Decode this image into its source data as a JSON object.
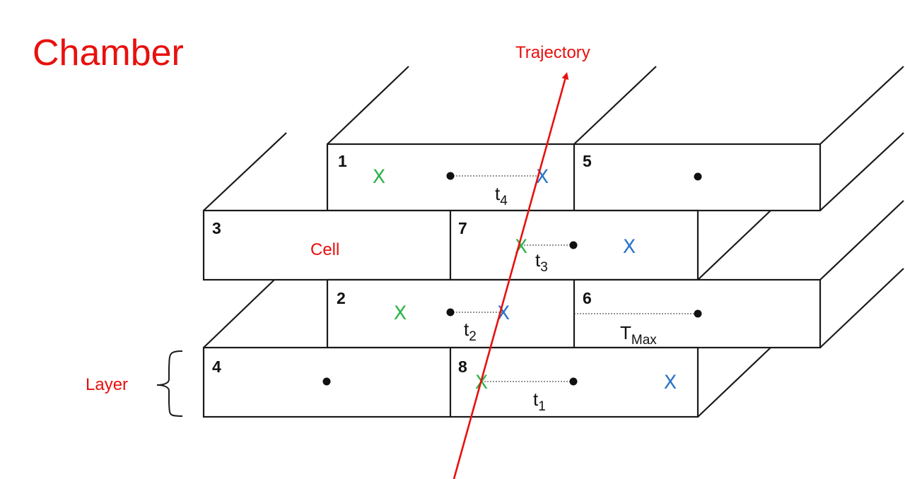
{
  "title": "Chamber",
  "labels": {
    "trajectory": "Trajectory",
    "cell": "Cell",
    "layer": "Layer"
  },
  "cells": [
    {
      "id": "1"
    },
    {
      "id": "2"
    },
    {
      "id": "3"
    },
    {
      "id": "4"
    },
    {
      "id": "5"
    },
    {
      "id": "6"
    },
    {
      "id": "7"
    },
    {
      "id": "8"
    }
  ],
  "times": {
    "t1": {
      "base": "t",
      "sub": "1"
    },
    "t2": {
      "base": "t",
      "sub": "2"
    },
    "t3": {
      "base": "t",
      "sub": "3"
    },
    "t4": {
      "base": "t",
      "sub": "4"
    },
    "tmax": {
      "base": "T",
      "sub": "Max"
    }
  },
  "marks": {
    "symbol": "X"
  },
  "colors": {
    "annotation": "#e8100e",
    "x_green": "#2db34a",
    "x_blue": "#2b74c8"
  }
}
